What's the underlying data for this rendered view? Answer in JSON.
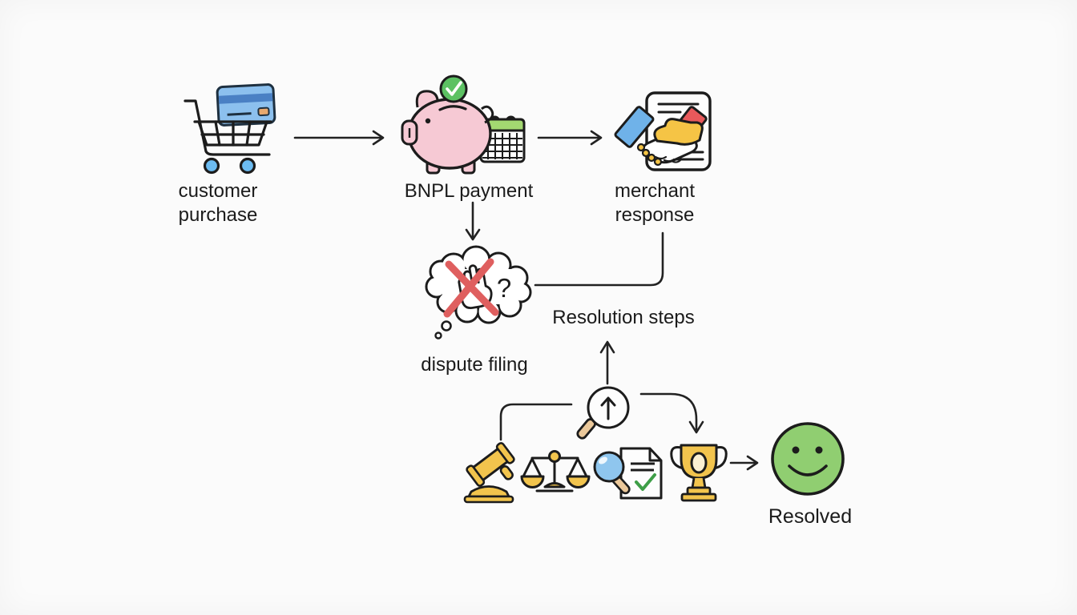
{
  "diagram": {
    "description": "BNPL dispute resolution flow diagram",
    "background_color": "#fbfbfb",
    "outline_color": "#1c1c1c"
  },
  "nodes": {
    "customer_purchase": {
      "line1": "customer",
      "line2": "purchase",
      "icon": "shopping-cart-credit-card-icon"
    },
    "bnpl_payment": {
      "line1": "BNPL payment",
      "icon": "piggy-bank-calendar-check-icon"
    },
    "merchant_response": {
      "line1": "merchant",
      "line2": "response",
      "icon": "handshake-document-icon"
    },
    "dispute_filing": {
      "line1": "dispute filing",
      "icon": "thought-bubble-blocked-hand-icon",
      "question_mark": "?"
    },
    "resolution_steps": {
      "line1": "Resolution steps",
      "icon": "magnifier-up-arrow-icon",
      "step_icons": [
        "gavel-icon",
        "scales-of-justice-icon",
        "magnifier-document-check-icon",
        "trophy-icon"
      ]
    },
    "resolved": {
      "line1": "Resolved",
      "icon": "smiley-face-icon"
    }
  },
  "edges": [
    {
      "from": "customer_purchase",
      "to": "bnpl_payment",
      "type": "arrow-right"
    },
    {
      "from": "bnpl_payment",
      "to": "merchant_response",
      "type": "arrow-right"
    },
    {
      "from": "bnpl_payment",
      "to": "dispute_filing",
      "type": "arrow-down"
    },
    {
      "from": "merchant_response",
      "to": "dispute_filing",
      "type": "elbow-line"
    },
    {
      "from": "step_icons",
      "to": "resolution_steps",
      "type": "arrow-up"
    },
    {
      "from": "magnifier_hub",
      "to": "gavel",
      "type": "elbow-line"
    },
    {
      "from": "magnifier_hub",
      "to": "trophy",
      "type": "curved-arrow-down"
    },
    {
      "from": "trophy",
      "to": "resolved",
      "type": "arrow-right"
    }
  ],
  "colors": {
    "card_blue": "#8CC0EE",
    "card_stripe_blue": "#4A80C4",
    "card_chip_tan": "#E9A96E",
    "wheel_blue": "#6CBCF2",
    "pig_pink": "#F6C9D4",
    "check_green": "#5CC163",
    "calendar_green": "#A3D871",
    "sleeve_blue": "#6FB2E9",
    "sleeve_red": "#E8595B",
    "hand_yellow": "#F5C445",
    "x_red": "#DF5F5F",
    "gold": "#F2C44D",
    "lens_blue": "#8FC6EE",
    "doc_check_green": "#3E9E47",
    "handle_tan": "#EBC89A",
    "smiley_green": "#90CE71"
  }
}
